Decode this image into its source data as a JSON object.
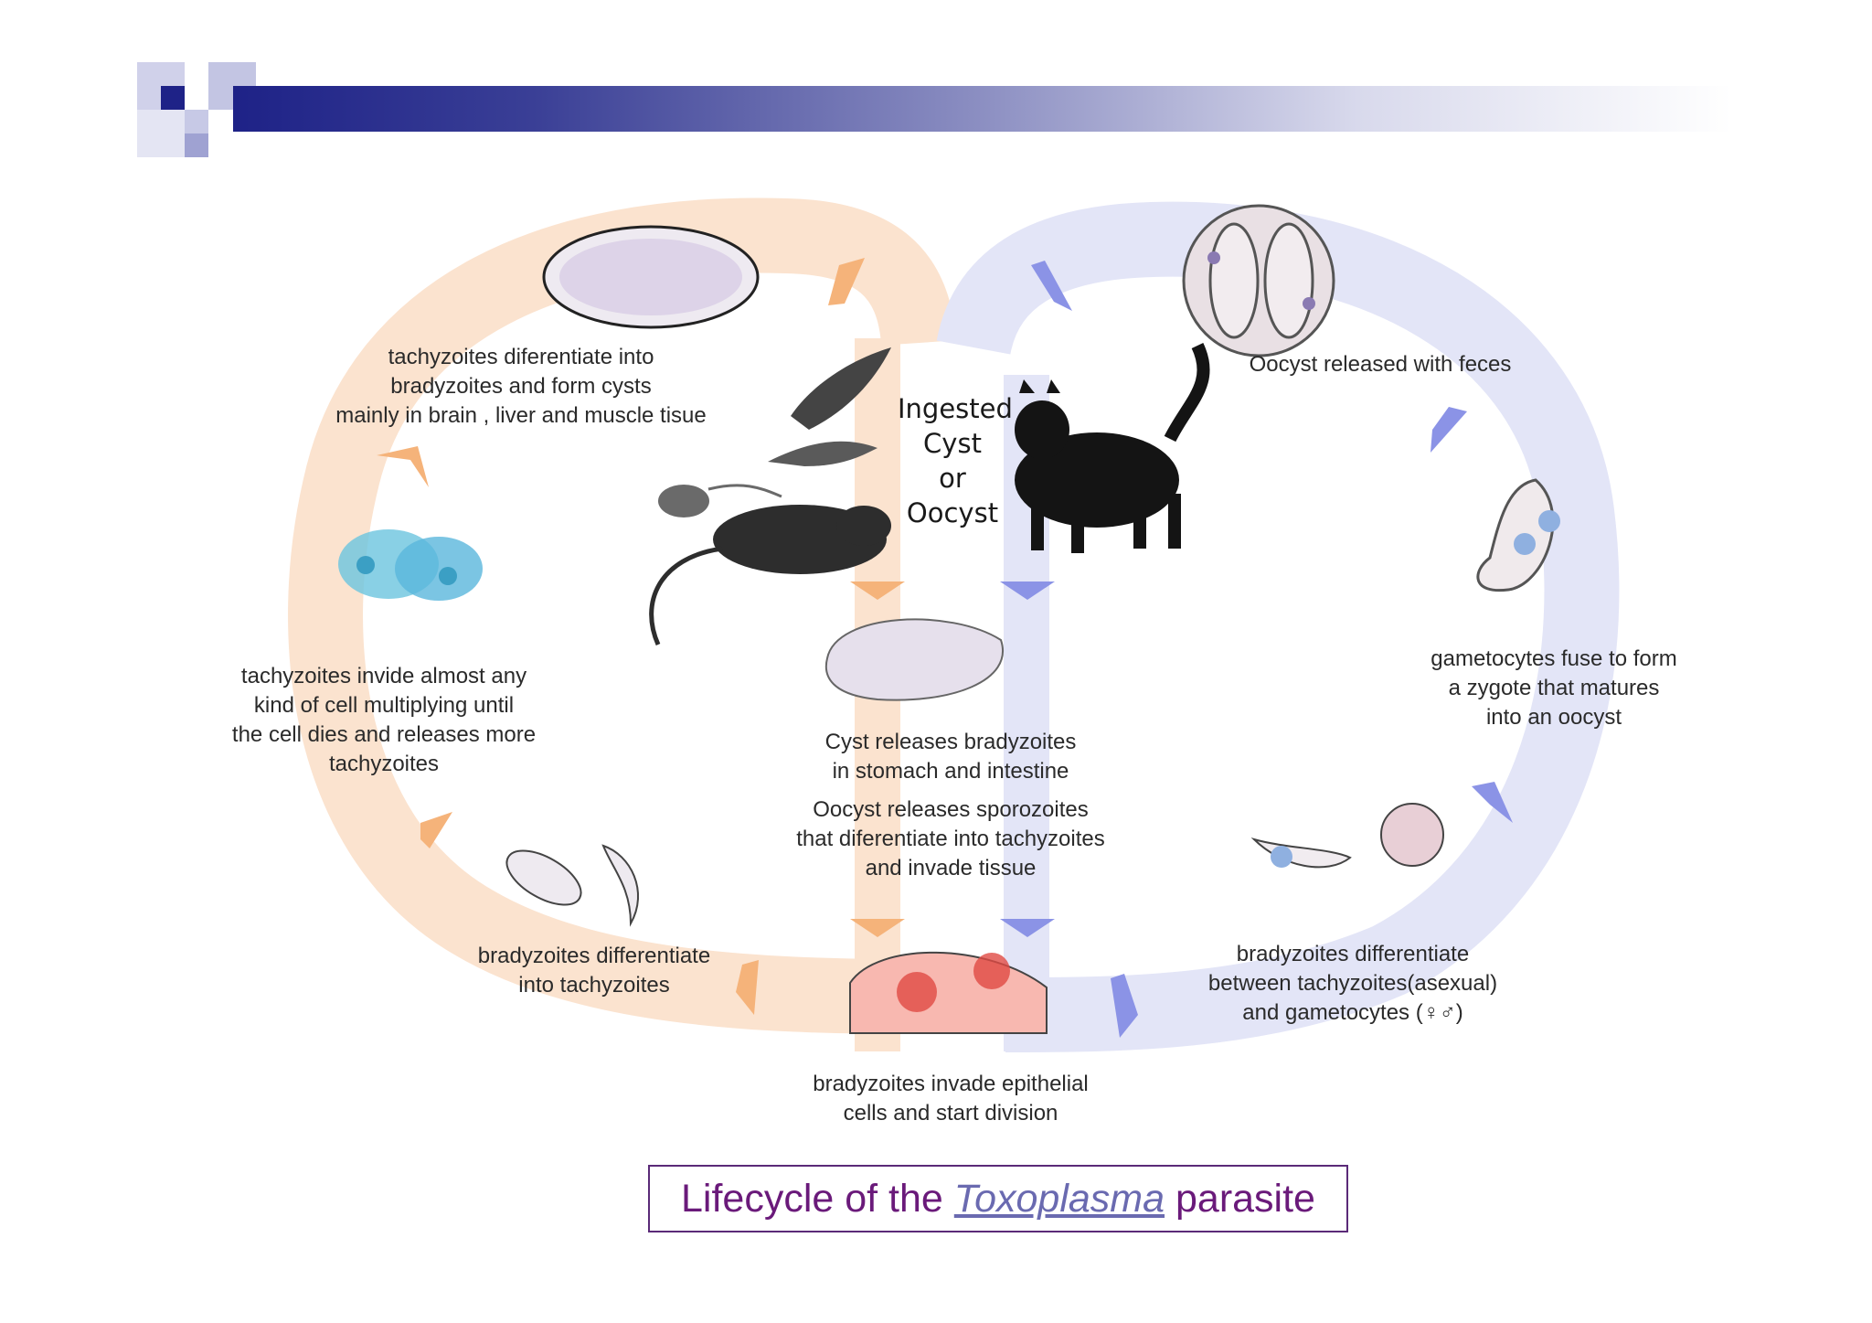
{
  "diagram": {
    "center_label": [
      "Ingested",
      "Cyst",
      "or",
      "Oocyst"
    ],
    "labels": {
      "cysts": [
        "tachyzoites diferentiate into",
        "bradyzoites and form cysts",
        "mainly in brain , liver and muscle tisue"
      ],
      "invide": [
        "tachyzoites invide almost any",
        "kind of cell multiplying until",
        "the cell dies and releases more",
        "tachyzoites"
      ],
      "brady_tachy": [
        "bradyzoites differentiate",
        "into tachyzoites"
      ],
      "cyst_releases": [
        "Cyst releases bradyzoites",
        "in stomach and intestine"
      ],
      "oocyst_releases": [
        "Oocyst releases sporozoites",
        "that diferentiate into tachyzoites",
        "and invade tissue"
      ],
      "epithelial": [
        "bradyzoites invade epithelial",
        "cells and start division"
      ],
      "feces": [
        "Oocyst released with feces"
      ],
      "gametocytes": [
        "gametocytes fuse to form",
        "a zygote that matures",
        "into an oocyst"
      ],
      "asexual": [
        "bradyzoites differentiate",
        "between tachyzoites(asexual)",
        "and gametocytes (♀♂)"
      ]
    },
    "colors": {
      "left_cycle": "#fbe3cf",
      "right_cycle": "#e3e5f7",
      "left_arrow": "#f5b37a",
      "right_arrow": "#8b93e6",
      "header_dark": "#1e2287"
    }
  },
  "caption": {
    "prefix": "Lifecycle of the ",
    "italic": "Toxoplasma",
    "suffix": " parasite"
  }
}
